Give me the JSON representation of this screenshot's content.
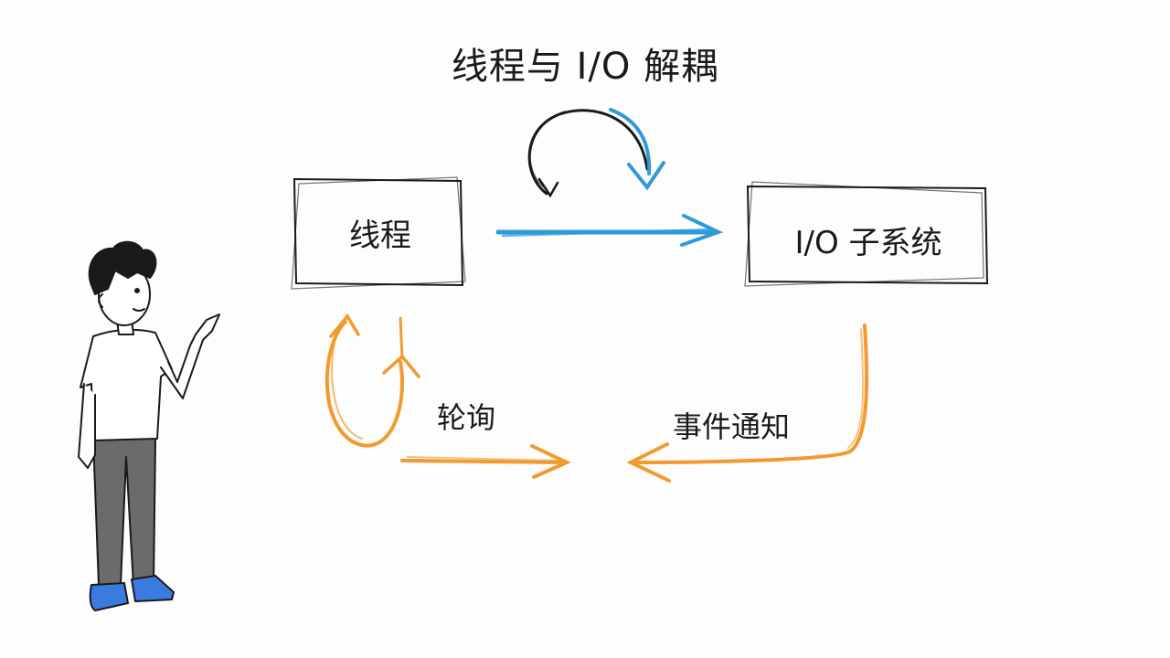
{
  "title": "线程与 I/O 解耦",
  "nodes": {
    "thread": "线程",
    "io": "I/O 子系统"
  },
  "edges": {
    "poll": "轮询",
    "notify": "事件通知"
  },
  "colors": {
    "ink": "#1a1a1a",
    "blue": "#2e9bd6",
    "orange": "#f29a2e",
    "shoe": "#3b7be0",
    "pants": "#6b6b6b"
  }
}
